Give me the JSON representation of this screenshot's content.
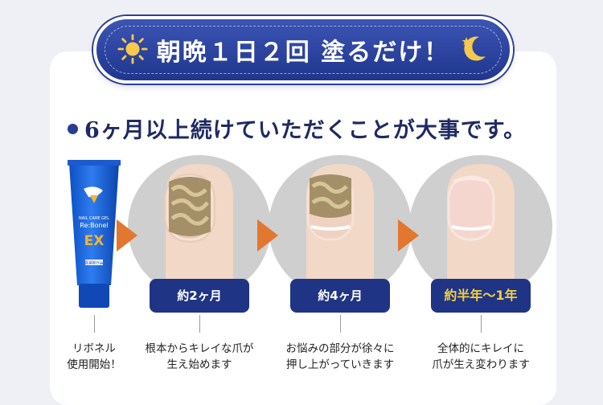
{
  "banner": {
    "title": "朝晩１日２回 塗るだけ！",
    "left_icon": "sun-icon",
    "right_icon": "moon-star-icon"
  },
  "headline": "6ヶ月以上続けていただくことが大事です。",
  "product": {
    "label_top": "NAIL CARE GEL",
    "brand": "Re:Bonel",
    "variant": "EX",
    "note": "医薬部外品"
  },
  "stages": [
    {
      "badge": "約2ヶ月",
      "caption_line1": "根本からキレイな爪が",
      "caption_line2": "生え始めます"
    },
    {
      "badge": "約4ヶ月",
      "caption_line1": "お悩みの部分が徐々に",
      "caption_line2": "押し上がっていきます"
    },
    {
      "badge": "約半年〜1年",
      "caption_line1": "全体的にキレイに",
      "caption_line2": "爪が生え変わります"
    }
  ],
  "start": {
    "caption_line1": "リボネル",
    "caption_line2": "使用開始！"
  },
  "colors": {
    "banner_blue": "#23398f",
    "badge_blue": "#1f3484",
    "arrow_orange": "#e2772f",
    "final_badge_text": "#f4d03f",
    "headline_navy": "#1f2a63"
  }
}
